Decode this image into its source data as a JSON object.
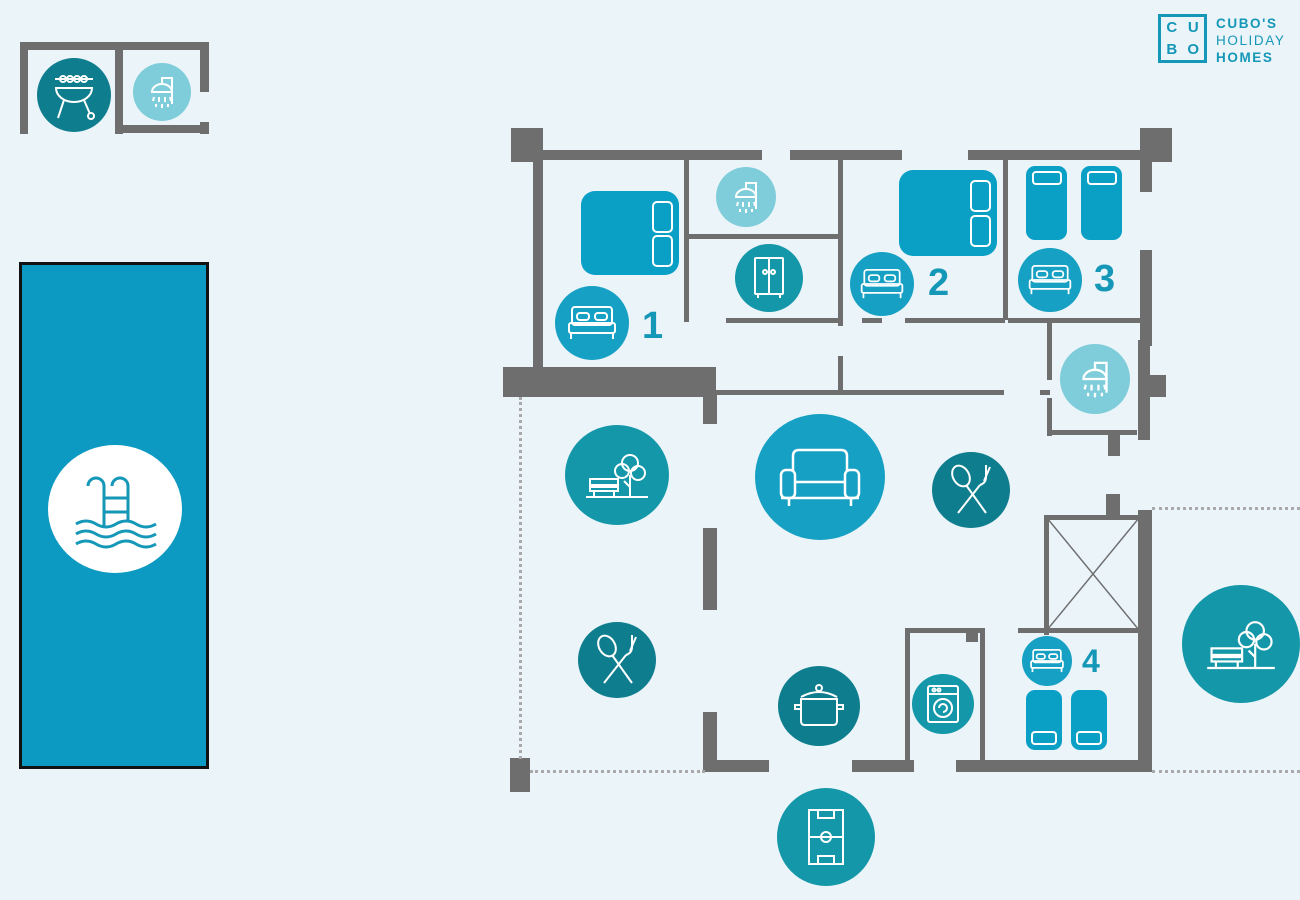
{
  "logo": {
    "letters": [
      "C",
      "U",
      "B",
      "O"
    ],
    "line1": "CUBO'S",
    "line2": "HOLIDAY",
    "line3": "HOMES",
    "color": "#1597b7"
  },
  "rooms": [
    {
      "number": "1",
      "type": "bedroom",
      "icon": "double-bed-icon"
    },
    {
      "number": "2",
      "type": "bedroom",
      "icon": "double-bed-icon"
    },
    {
      "number": "3",
      "type": "bedroom",
      "icon": "double-bed-icon"
    },
    {
      "number": "4",
      "type": "bedroom",
      "icon": "double-bed-icon"
    }
  ],
  "icons": {
    "outdoor": [
      "bbq-icon",
      "outdoor-shower-icon",
      "swimming-pool-icon"
    ],
    "interior": [
      "shower-icon",
      "wardrobe-icon",
      "sofa-icon",
      "dining-icon",
      "cooking-pot-icon",
      "washing-machine-icon"
    ],
    "exterior": [
      "garden-bench-icon",
      "outdoor-dining-icon",
      "football-field-icon"
    ]
  },
  "colors": {
    "background": "#eaf4f9",
    "walls": "#6e6e6e",
    "accent_blue": "#0aa0c6",
    "accent_teal": "#0e7d8e",
    "accent_light": "#7fcdda",
    "pool": "#0d9ac2"
  }
}
